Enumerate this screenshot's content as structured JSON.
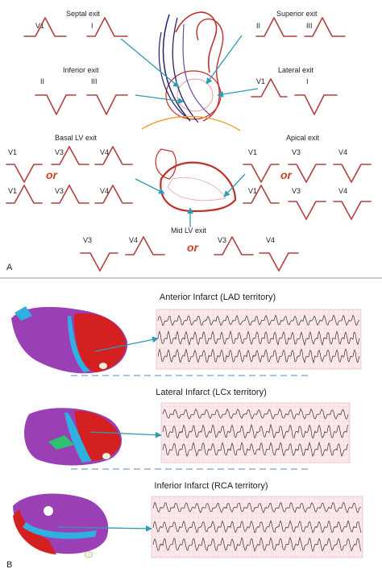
{
  "panelA": {
    "label": "A",
    "exits": {
      "septal": "Septal exit",
      "superior": "Superior exit",
      "inferior": "Inferior exit",
      "lateral": "Lateral exit",
      "basal_lv": "Basal LV exit",
      "apical": "Apical exit",
      "mid_lv": "Mid LV exit"
    },
    "or_label": "or",
    "leads": {
      "septal": [
        "V1",
        "I"
      ],
      "superior": [
        "II",
        "III"
      ],
      "inferior": [
        "II",
        "III"
      ],
      "lateral": [
        "V1",
        "I"
      ],
      "basal_row1": [
        "V1",
        "V3",
        "V4"
      ],
      "basal_row2": [
        "V1",
        "V3",
        "V4"
      ],
      "apical_row1": [
        "V1",
        "V3",
        "V4"
      ],
      "apical_row2": [
        "V1",
        "V3",
        "V4"
      ],
      "mid_left": [
        "V3",
        "V4"
      ],
      "mid_right": [
        "V3",
        "V4"
      ]
    }
  },
  "panelB": {
    "label": "B",
    "titles": [
      "Anterior Infarct (LAD territory)",
      "Lateral Infarct (LCx territory)",
      "Inferior Infarct (RCA territory)"
    ]
  }
}
